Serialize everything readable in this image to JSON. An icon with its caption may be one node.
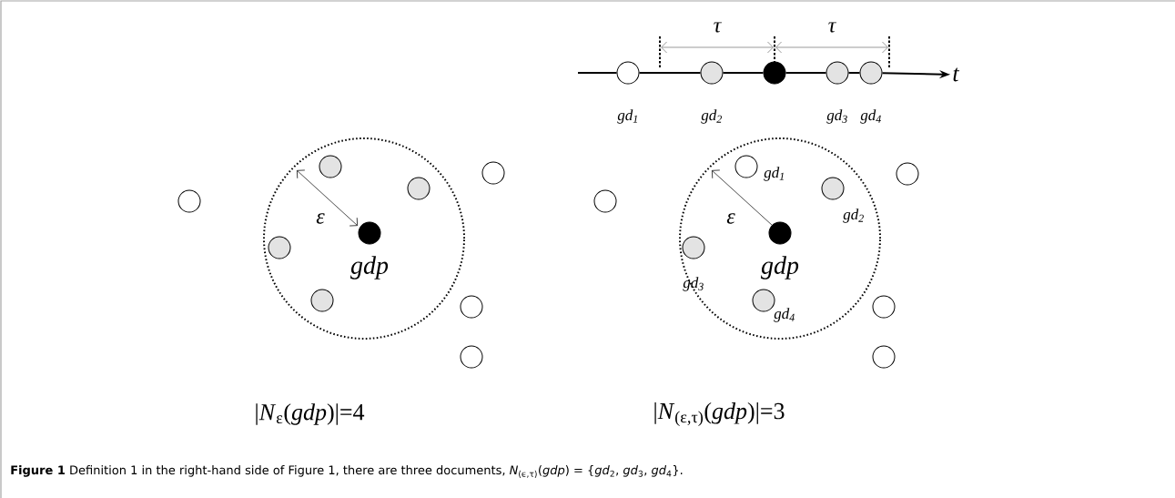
{
  "diagram": {
    "caption": "**Figure 1** Definition 1 in the right-hand side of Figure 1, there are three documents, *N*$_{(ϵ,τ)}$(*gdp*) = {*gd*$_{2}$, *gd*$_{3}$, *gd*$_{4}$}.",
    "nodes": [
      {
        "text": [],
        "shape": "circle",
        "beside": [
          "gd$_{1}$"
        ]
      },
      {
        "text": [],
        "shape": "circle",
        "beside": [
          "gd$_{2}$"
        ]
      },
      {
        "text": [],
        "shape": "circle"
      },
      {
        "text": [],
        "shape": "circle",
        "beside": [
          "gd$_{3}$"
        ]
      },
      {
        "text": [],
        "shape": "circle",
        "beside": [
          "gd$_{4}$"
        ]
      },
      {
        "text": [
          "t"
        ]
      },
      {
        "text": [],
        "shape": "circle"
      },
      {
        "text": [],
        "shape": "circle"
      },
      {
        "text": [],
        "shape": "circle"
      },
      {
        "text": [],
        "shape": "circle"
      },
      {
        "text": [],
        "shape": "circle",
        "beside": [
          "gdp"
        ]
      },
      {
        "text": [],
        "shape": "circle"
      },
      {
        "text": [],
        "shape": "circle"
      },
      {
        "text": [],
        "shape": "circle"
      },
      {
        "text": [],
        "shape": "circle"
      },
      {
        "text": [],
        "shape": "circle",
        "beside": [
          "gd$_{1}$"
        ]
      },
      {
        "text": [],
        "shape": "circle",
        "beside": [
          "gd$_{2}$"
        ]
      },
      {
        "text": [],
        "shape": "circle"
      },
      {
        "text": [],
        "shape": "circle"
      },
      {
        "text": [],
        "shape": "circle",
        "beside": [
          "gdp"
        ]
      },
      {
        "text": [],
        "shape": "circle",
        "beside": [
          "gd$_{3}$"
        ]
      },
      {
        "text": [],
        "shape": "circle",
        "beside": [
          "gd$_{4}$"
        ]
      },
      {
        "text": [],
        "shape": "circle"
      },
      {
        "text": [],
        "shape": "circle"
      }
    ],
    "edges": [
      {
        "from": null,
        "to": 0,
        "arrow": "none"
      },
      {
        "from": 0,
        "to": 1,
        "arrow": "none"
      },
      {
        "from": 1,
        "to": 2,
        "arrow": "none"
      },
      {
        "from": 2,
        "to": 3,
        "arrow": "none"
      },
      {
        "from": 3,
        "to": 4,
        "arrow": "none"
      },
      {
        "from": 4,
        "to": 5,
        "arrow": "to"
      }
    ],
    "labels": [
      "τ",
      "τ",
      "ε",
      "ε",
      "|*N*$_{ε}$(*gdp*)|=4",
      "|*N*$_{(ε,τ)}$(*gdp*)|=3"
    ]
  }
}
